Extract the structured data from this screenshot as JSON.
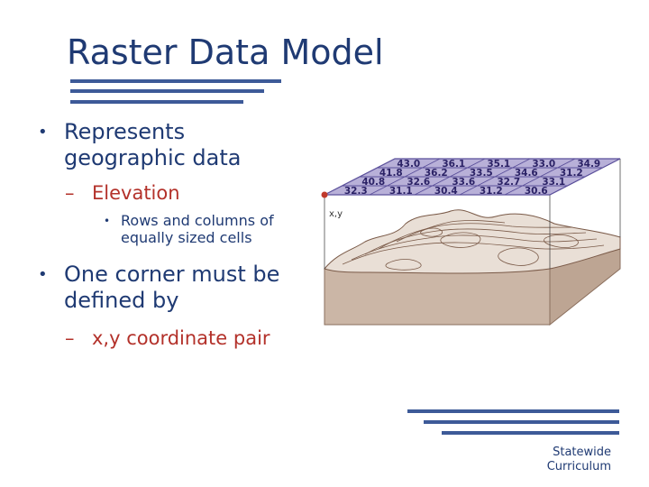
{
  "slide": {
    "title": "Raster Data Model",
    "bullets": {
      "b1": "Represents geographic data",
      "b2": "Elevation",
      "b3": "Rows and columns of equally sized cells",
      "b4": "One corner must be defined by",
      "b5": "x,y coordinate pair"
    },
    "footer_line1": "Statewide",
    "footer_line2": "Curriculum"
  },
  "figure": {
    "grid_rows": [
      [
        "43.0",
        "36.1",
        "35.1",
        "33.0",
        "34.9"
      ],
      [
        "41.8",
        "36.2",
        "33.5",
        "34.6",
        "31.2"
      ],
      [
        "40.8",
        "32.6",
        "33.6",
        "32.7",
        "33.1"
      ],
      [
        "32.3",
        "31.1",
        "30.4",
        "31.2",
        "30.6"
      ]
    ],
    "corner_label": "x,y",
    "colors": {
      "grid_fill": "#b8b0d8",
      "grid_line": "#5a4f9a",
      "terrain_top": "#e9dfd6",
      "terrain_side": "#cbb6a6",
      "contour": "#7a5a48",
      "corner_point": "#c0392b"
    }
  },
  "theme": {
    "title_color": "#1f3a73",
    "accent_red": "#b3312a",
    "rule_color": "#3d5a98"
  }
}
